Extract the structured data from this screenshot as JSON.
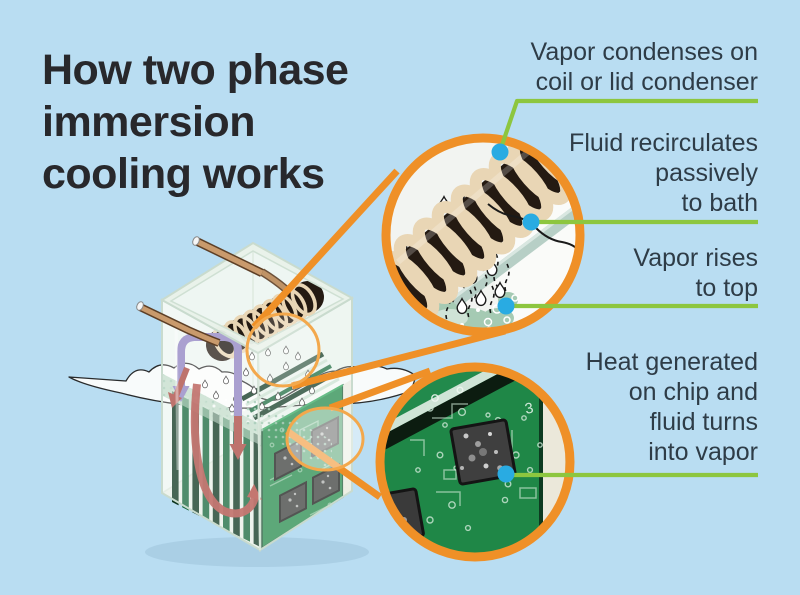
{
  "title": "How two phase\nimmersion\ncooling works",
  "annotations": [
    {
      "id": "vapor-condenses",
      "text": "Vapor condenses on\ncoil or lid condenser"
    },
    {
      "id": "fluid-recirculates",
      "text": "Fluid recirculates\npassively\nto bath"
    },
    {
      "id": "vapor-rises",
      "text": "Vapor rises\nto top"
    },
    {
      "id": "heat-generated",
      "text": "Heat generated\non chip and\nfluid turns\ninto vapor"
    }
  ],
  "illustration": {
    "pcb_silkscreen_marking": "3",
    "icons": [
      {
        "name": "immersion-tank-illustration",
        "desc": "glass tank with condenser coil, coolant tubes, fluid bath and submerged circuit boards"
      },
      {
        "name": "magnifier-callout-top",
        "desc": "zoom circle showing coil, condensing droplets and rising vapor"
      },
      {
        "name": "magnifier-callout-bottom",
        "desc": "zoom circle showing chip on circuit board where fluid boils"
      }
    ]
  },
  "colors": {
    "background": "#b9ddf2",
    "title_text": "#28282c",
    "annotation_text": "#2e3c47",
    "callout_ring_orange": "#ef9027",
    "pointer_line_green": "#8dc63f",
    "pointer_dot_blue": "#29abe2",
    "pcb_green": "#1f8747",
    "coil_tan": "#e9d6b5",
    "copper_tube": "#c99a6c",
    "fluid_foam_teal": "#c3dccb",
    "arrow_purple": "#8e81c1",
    "arrow_red": "#b04a42"
  }
}
